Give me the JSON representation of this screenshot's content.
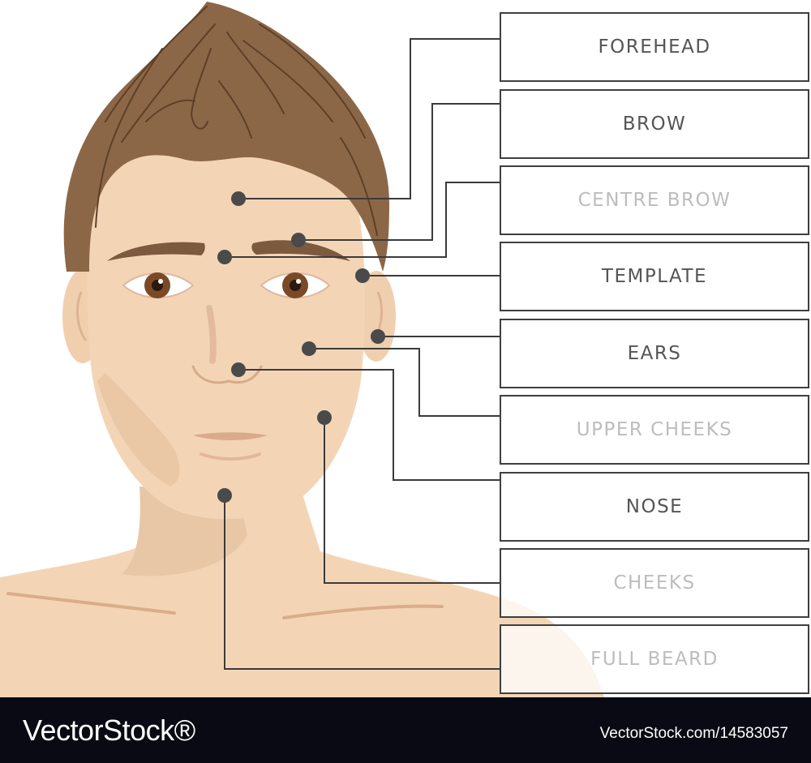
{
  "labels": [
    {
      "text": "FOREHEAD",
      "color": "#555555"
    },
    {
      "text": "BROW",
      "color": "#555555"
    },
    {
      "text": "CENTRE BROW",
      "color": "#bdbdbd"
    },
    {
      "text": "TEMPLATE",
      "color": "#555555"
    },
    {
      "text": "EARS",
      "color": "#555555"
    },
    {
      "text": "UPPER CHEEKS",
      "color": "#bdbdbd"
    },
    {
      "text": "NOSE",
      "color": "#555555"
    },
    {
      "text": "CHEEKS",
      "color": "#bdbdbd"
    },
    {
      "text": "FULL BEARD",
      "color": "#bdbdbd"
    }
  ],
  "footer": {
    "brand": "VectorStock®",
    "image_id": "VectorStock.com/14583057"
  },
  "colors": {
    "skin": "#f3d5b6",
    "skin_shadow": "#e7c3a1",
    "hair": "#8b6748",
    "iris": "#7a4a26",
    "leader": "#3b3b3b",
    "footer_bg": "#0a0a14"
  }
}
